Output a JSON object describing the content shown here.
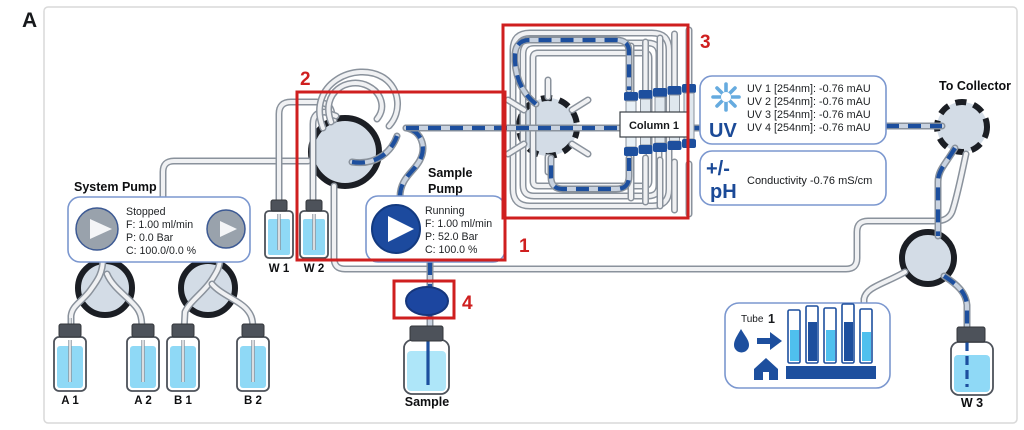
{
  "panel_label": "A",
  "colors": {
    "annotation_red": "#cf1f1f",
    "flow_blue": "#1d4f9e",
    "liquid_light_blue": "#8fd9f6",
    "tube_gray": "#8a929c"
  },
  "system_pump": {
    "title": "System Pump",
    "status": "Stopped",
    "flow": "F: 1.00 ml/min",
    "pressure": "P: 0.0 Bar",
    "gradient": "C: 100.0/0.0 %"
  },
  "sample_pump": {
    "title_line1": "Sample",
    "title_line2": "Pump",
    "status": "Running",
    "flow": "F: 1.00 ml/min",
    "pressure": "P: 52.0 Bar",
    "gradient": "C: 100.0 %"
  },
  "uv_monitor": {
    "label": "UV",
    "readings": [
      "UV 1 [254nm]: -0.76 mAU",
      "UV 2 [254nm]: -0.76 mAU",
      "UV 3 [254nm]: -0.76 mAU",
      "UV 4 [254nm]: -0.76 mAU"
    ]
  },
  "ph_monitor": {
    "label_top": "+/-",
    "label_bottom": "pH",
    "reading": "Conductivity -0.76 mS/cm"
  },
  "column_valve": {
    "column_label": "Column 1"
  },
  "collector_label": "To Collector",
  "fraction_collector": {
    "tube_word": "Tube",
    "tube_number": "1"
  },
  "bottles": {
    "a1": "A 1",
    "a2": "A 2",
    "b1": "B 1",
    "b2": "B 2",
    "w1": "W 1",
    "w2": "W 2",
    "w3": "W 3",
    "sample": "Sample"
  },
  "annotations": {
    "n1": "1",
    "n2": "2",
    "n3": "3",
    "n4": "4"
  }
}
